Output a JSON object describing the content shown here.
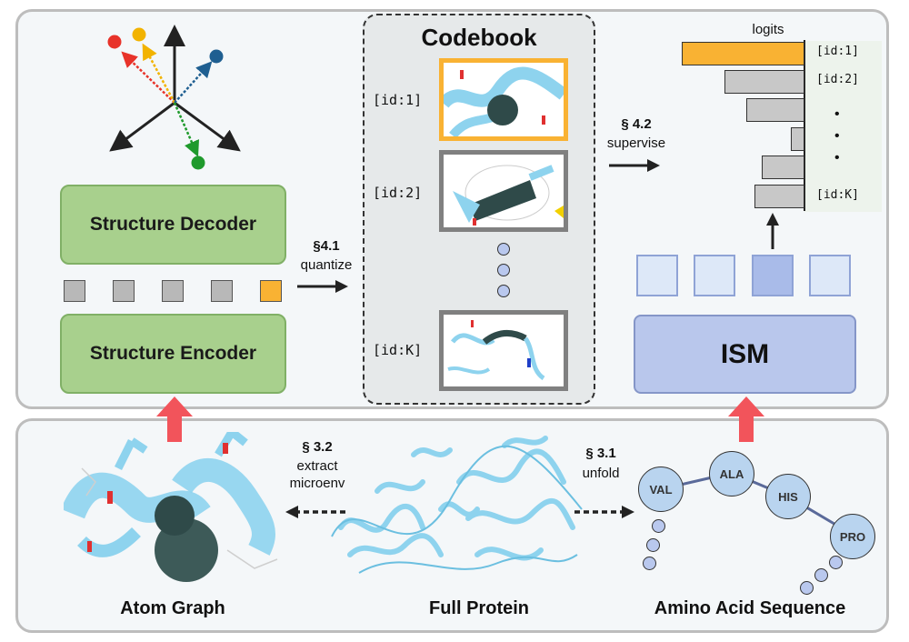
{
  "codebook": {
    "title": "Codebook",
    "entries": [
      "[id:1]",
      "[id:2]",
      "[id:K]"
    ]
  },
  "decoder": {
    "label": "Structure Decoder"
  },
  "encoder": {
    "label": "Structure Encoder"
  },
  "quantize": {
    "section": "§4.1",
    "text": "quantize"
  },
  "supervise": {
    "section": "§ 4.2",
    "text": "supervise"
  },
  "logits": {
    "title": "logits",
    "labels": [
      "[id:1]",
      "[id:2]",
      "[id:K]"
    ],
    "ellipsis": "•"
  },
  "ism": {
    "label": "ISM"
  },
  "extract": {
    "section": "§ 3.2",
    "line1": "extract",
    "line2": "microenv"
  },
  "unfold": {
    "section": "§ 3.1",
    "text": "unfold"
  },
  "amino_acids": [
    "VAL",
    "ALA",
    "HIS",
    "PRO"
  ],
  "bottom_labels": {
    "atom_graph": "Atom Graph",
    "full_protein": "Full Protein",
    "sequence": "Amino Acid Sequence"
  },
  "colors": {
    "highlight": "#f9b233",
    "token_gray": "#b8b8b8",
    "encoder_green": "#a8d08d",
    "ism_blue": "#b9c7ec",
    "arrow_red": "#f2545b",
    "protein_blue": "#8ed3ee"
  }
}
